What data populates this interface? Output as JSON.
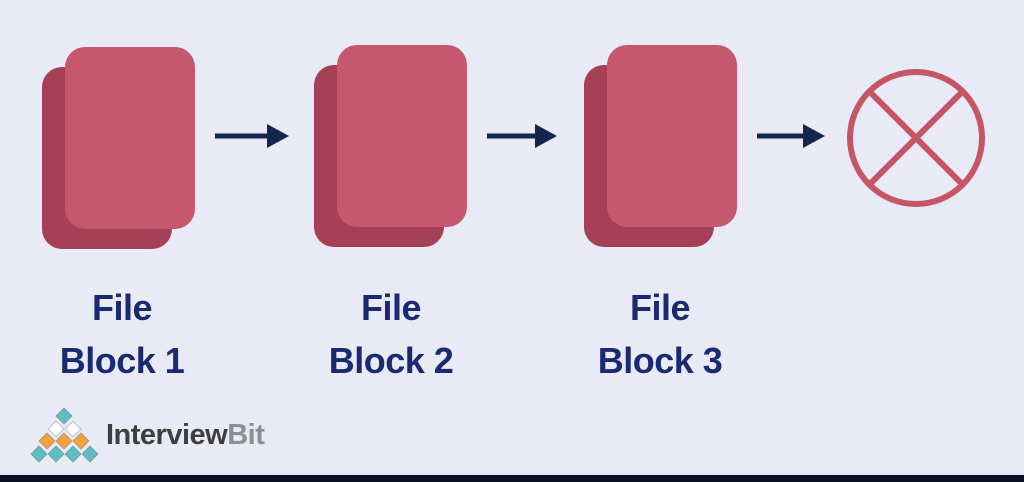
{
  "diagram": {
    "blocks": [
      {
        "line1": "File",
        "line2": "Block 1"
      },
      {
        "line1": "File",
        "line2": "Block 2"
      },
      {
        "line1": "File",
        "line2": "Block 3"
      }
    ]
  },
  "logo": {
    "text_primary": "Interview",
    "text_secondary": "Bit",
    "mark_rows": [
      [
        "teal"
      ],
      [
        "white",
        "white"
      ],
      [
        "orange",
        "orange",
        "orange"
      ],
      [
        "teal",
        "teal",
        "teal",
        "teal"
      ]
    ]
  },
  "colors": {
    "background": "#e8eaf5",
    "block_front": "#c5586c",
    "block_back": "#a63f58",
    "label_text": "#1b2a70",
    "arrow": "#16254f",
    "crossed_circle": "#c65565",
    "bottom_bar": "#0c1026",
    "logo_teal": "#5fbdc0",
    "logo_orange": "#f2a43c",
    "logo_white": "#ffffff",
    "logo_text_primary": "#3e3e3e",
    "logo_text_secondary": "#8d8e90"
  }
}
